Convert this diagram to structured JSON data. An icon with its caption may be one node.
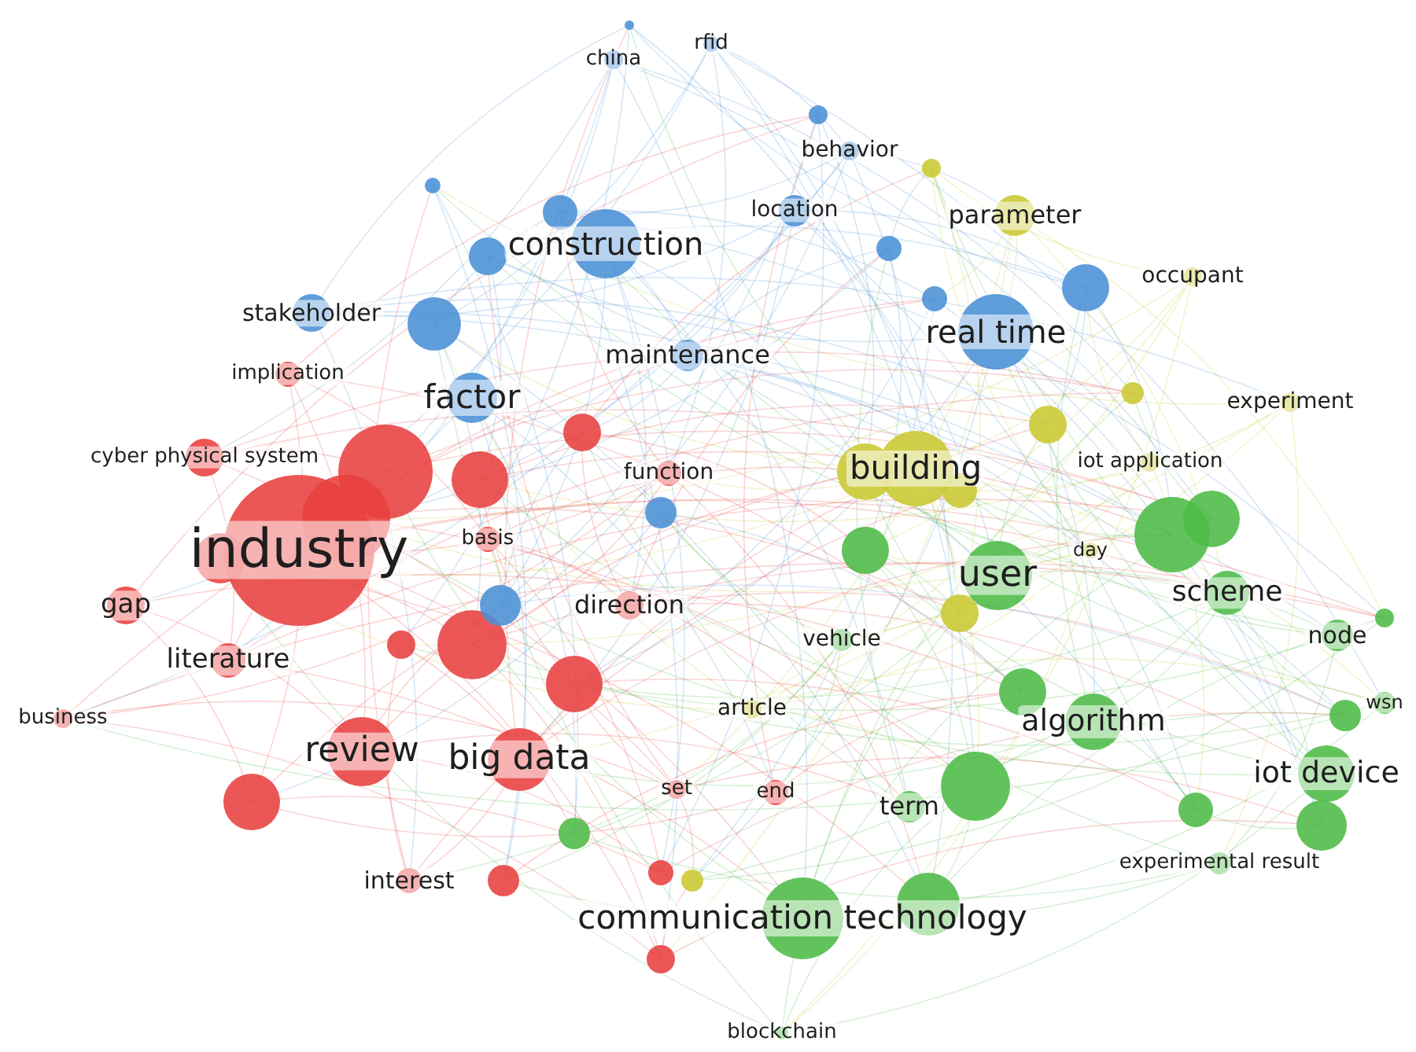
{
  "diagram": {
    "labels": [
      "china",
      "rfid",
      "behavior",
      "location",
      "parameter",
      "construction",
      "stakeholder",
      "occupant",
      "real time",
      "implication",
      "maintenance",
      "factor",
      "experiment",
      "cyber physical system",
      "building",
      "function",
      "iot application",
      "industry",
      "basis",
      "user",
      "day",
      "scheme",
      "gap",
      "direction",
      "vehicle",
      "node",
      "literature",
      "article",
      "wsn",
      "algorithm",
      "business",
      "review",
      "big data",
      "iot device",
      "set",
      "end",
      "term",
      "experimental result",
      "interest",
      "communication technology",
      "blockchain"
    ]
  }
}
